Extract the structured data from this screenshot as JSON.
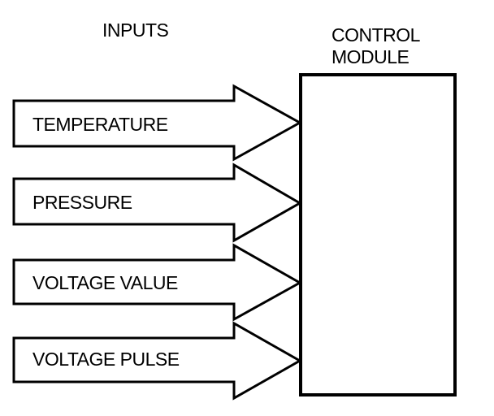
{
  "diagram": {
    "inputs_heading": "INPUTS",
    "module_heading": [
      "CONTROL",
      "MODULE"
    ],
    "inputs": [
      {
        "label": "TEMPERATURE"
      },
      {
        "label": "PRESSURE"
      },
      {
        "label": "VOLTAGE VALUE"
      },
      {
        "label": "VOLTAGE PULSE"
      }
    ],
    "colors": {
      "stroke": "#000000",
      "fill": "#ffffff"
    }
  }
}
